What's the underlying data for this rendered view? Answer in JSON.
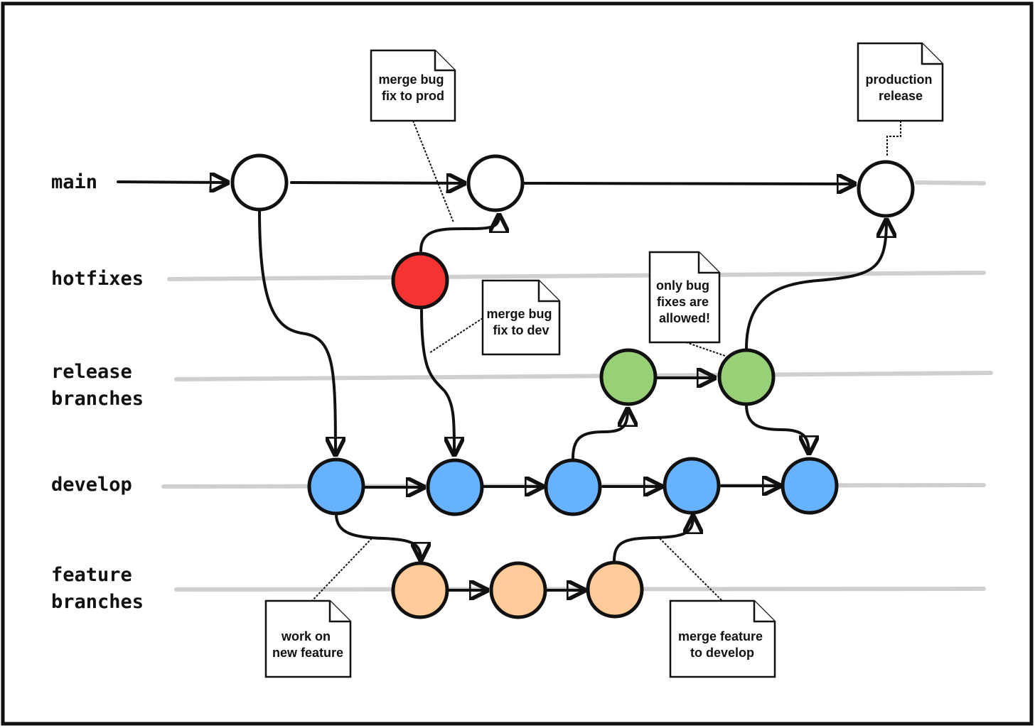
{
  "lanes": [
    {
      "id": "main",
      "lines": [
        "main"
      ]
    },
    {
      "id": "hotfixes",
      "lines": [
        "hotfixes"
      ]
    },
    {
      "id": "release",
      "lines": [
        "release",
        "branches"
      ]
    },
    {
      "id": "develop",
      "lines": [
        "develop"
      ]
    },
    {
      "id": "feature",
      "lines": [
        "feature",
        "branches"
      ]
    }
  ],
  "colors": {
    "main": "#ffffff",
    "hotfix": "#f53333",
    "release": "#97d077",
    "develop": "#66b2ff",
    "feature": "#ffcc99"
  },
  "notes": [
    {
      "id": "merge-bug-fix-to-prod",
      "lines": [
        "merge bug",
        "fix to prod"
      ]
    },
    {
      "id": "production-release",
      "lines": [
        "production",
        "release"
      ]
    },
    {
      "id": "merge-bug-fix-to-dev",
      "lines": [
        "merge bug",
        "fix to dev"
      ]
    },
    {
      "id": "only-bug-fixes-allowed",
      "lines": [
        "only bug",
        "fixes are",
        "allowed!"
      ]
    },
    {
      "id": "work-on-new-feature",
      "lines": [
        "work on",
        "new feature"
      ]
    },
    {
      "id": "merge-feature-to-develop",
      "lines": [
        "merge feature",
        "to develop"
      ]
    }
  ]
}
